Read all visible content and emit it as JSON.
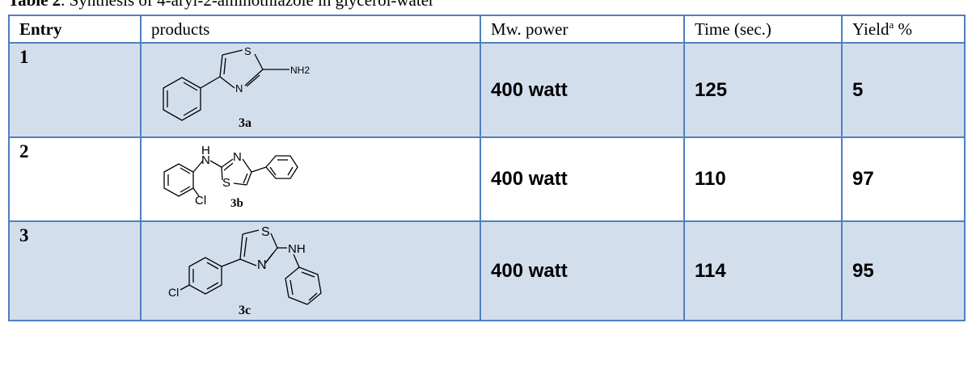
{
  "caption": {
    "label": "Table  2",
    "text": ". Synthesis of 4-aryl-2-aminothiazole in glycerol-water"
  },
  "headers": {
    "entry": "Entry",
    "products": "products",
    "power": "Mw. power",
    "time": "Time (sec.)",
    "yield_main": "Yield",
    "yield_sup": "a",
    "yield_unit": " %"
  },
  "rows": [
    {
      "entry": "1",
      "compound": "3a",
      "atoms": {
        "s": "S",
        "n": "N",
        "nh2": "NH2"
      },
      "power": "400 watt",
      "time": "125",
      "yield": "5"
    },
    {
      "entry": "2",
      "compound": "3b",
      "atoms": {
        "h": "H",
        "n1": "N",
        "n2": "N",
        "s": "S",
        "cl": "Cl"
      },
      "power": "400 watt",
      "time": "110",
      "yield": "97"
    },
    {
      "entry": "3",
      "compound": "3c",
      "atoms": {
        "s": "S",
        "n": "N",
        "nh": "NH",
        "cl": "Cl"
      },
      "power": "400 watt",
      "time": "114",
      "yield": "95"
    }
  ]
}
